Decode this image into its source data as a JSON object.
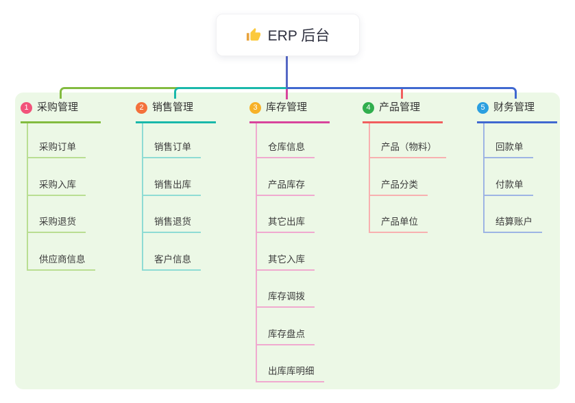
{
  "root": {
    "icon": "thumbs-up",
    "label": "ERP 后台"
  },
  "colors": {
    "root_line": "#5568c5",
    "panel_bg": "#ecf8e6",
    "canvas_bg": "#ffffff"
  },
  "branches": [
    {
      "index": "1",
      "label": "采购管理",
      "badge_color": "#f2537a",
      "line_color": "#82bb3f",
      "sub_line_color": "#b9de92",
      "children": [
        "采购订单",
        "采购入库",
        "采购退货",
        "供应商信息"
      ]
    },
    {
      "index": "2",
      "label": "销售管理",
      "badge_color": "#f4713c",
      "line_color": "#19b8aa",
      "sub_line_color": "#8edcd4",
      "children": [
        "销售订单",
        "销售出库",
        "销售退货",
        "客户信息"
      ]
    },
    {
      "index": "3",
      "label": "库存管理",
      "badge_color": "#f7b127",
      "line_color": "#d8449c",
      "sub_line_color": "#f0a9cf",
      "children": [
        "仓库信息",
        "产品库存",
        "其它出库",
        "其它入库",
        "库存调拨",
        "库存盘点",
        "出库库明细"
      ]
    },
    {
      "index": "4",
      "label": "产品管理",
      "badge_color": "#30ae4d",
      "line_color": "#f15e5e",
      "sub_line_color": "#f8b0b0",
      "children": [
        "产品（物料）",
        "产品分类",
        "产品单位"
      ]
    },
    {
      "index": "5",
      "label": "财务管理",
      "badge_color": "#2b9fe0",
      "line_color": "#3f68d0",
      "sub_line_color": "#9db4e4",
      "children": [
        "回款单",
        "付款单",
        "结算账户"
      ]
    }
  ]
}
